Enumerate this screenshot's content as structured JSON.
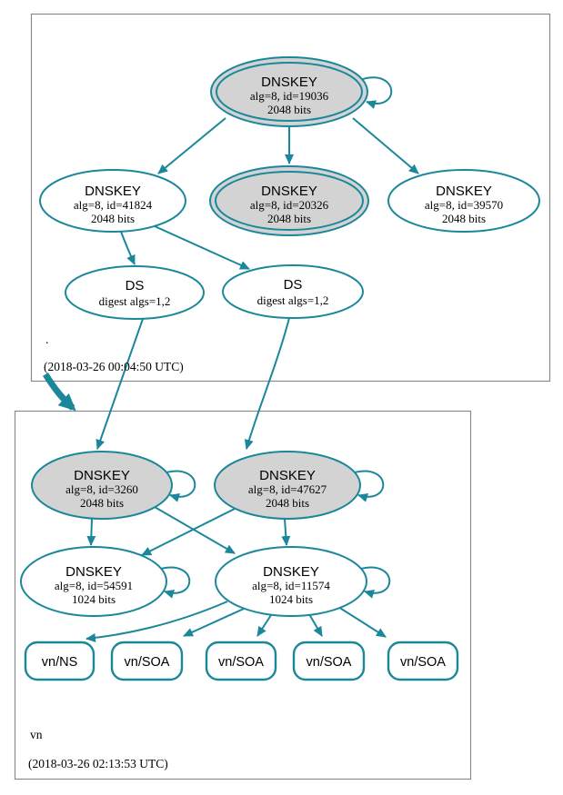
{
  "diagram_type": "dnssec-authentication-chain",
  "colors": {
    "edge_accent": "#1a879a",
    "ksk_fill": "#d3d3d3",
    "node_fill": "#ffffff",
    "cluster_border": "#8a8a8a",
    "text": "#000000"
  },
  "root": {
    "label": ".",
    "timestamp": "(2018-03-26 00:04:50 UTC)",
    "k19036": {
      "title": "DNSKEY",
      "alg": "alg=8, id=19036",
      "bits": "2048 bits"
    },
    "k41824": {
      "title": "DNSKEY",
      "alg": "alg=8, id=41824",
      "bits": "2048 bits"
    },
    "k20326": {
      "title": "DNSKEY",
      "alg": "alg=8, id=20326",
      "bits": "2048 bits"
    },
    "k39570": {
      "title": "DNSKEY",
      "alg": "alg=8, id=39570",
      "bits": "2048 bits"
    },
    "ds1": {
      "title": "DS",
      "detail": "digest algs=1,2"
    },
    "ds2": {
      "title": "DS",
      "detail": "digest algs=1,2"
    }
  },
  "vn": {
    "label": "vn",
    "timestamp": "(2018-03-26 02:13:53 UTC)",
    "k3260": {
      "title": "DNSKEY",
      "alg": "alg=8, id=3260",
      "bits": "2048 bits"
    },
    "k47627": {
      "title": "DNSKEY",
      "alg": "alg=8, id=47627",
      "bits": "2048 bits"
    },
    "k54591": {
      "title": "DNSKEY",
      "alg": "alg=8, id=54591",
      "bits": "1024 bits"
    },
    "k11574": {
      "title": "DNSKEY",
      "alg": "alg=8, id=11574",
      "bits": "1024 bits"
    },
    "ns": "vn/NS",
    "soa1": "vn/SOA",
    "soa2": "vn/SOA",
    "soa3": "vn/SOA",
    "soa4": "vn/SOA"
  }
}
